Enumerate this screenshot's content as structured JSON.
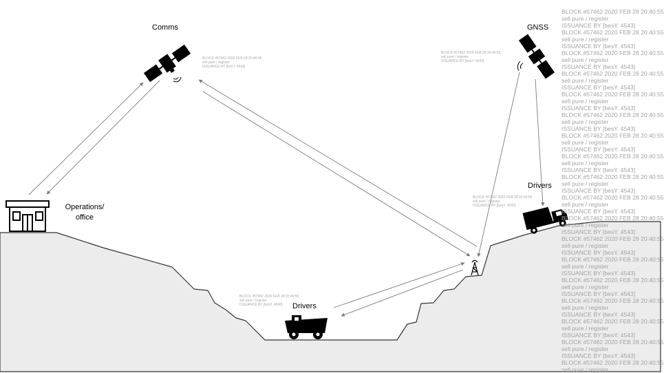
{
  "labels": {
    "comms": "Comms",
    "gnss": "GNSS",
    "operations": [
      "Operations/",
      "office"
    ],
    "drivers_top": "Drivers",
    "drivers_bottom": "Drivers"
  },
  "stamp": [
    "BLOCK #57462 2020 FEB 28 20:40:55",
    "sell pure / register",
    "ISSUANCE BY [besY. 4543]"
  ],
  "log_lines": [
    "BLOCK #57462 2020 FEB 28 20:40:55",
    "sell pure / register",
    "ISSUANCE BY [besY. 4543]",
    "BLOCK #57462 2020 FEB 28 20:40:55",
    "sell pure / register",
    "ISSUANCE BY [besY. 4543]",
    "BLOCK #57462 2020 FEB 28 20:40:55",
    "sell pure / register",
    "ISSUANCE BY [besY. 4543]",
    "BLOCK #57462 2020 FEB 28 20:40:55",
    "sell pure / register",
    "ISSUANCE BY [besY. 4543]",
    "BLOCK #57462 2020 FEB 28 20:40:55",
    "sell pure / register",
    "ISSUANCE BY [besY. 4543]",
    "BLOCK #57462 2020 FEB 28 20:40:55",
    "sell pure / register",
    "ISSUANCE BY [besY. 4543]",
    "BLOCK #57462 2020 FEB 28 20:40:55",
    "sell pure / register",
    "ISSUANCE BY [besY. 4543]",
    "BLOCK #57462 2020 FEB 28 20:40:55",
    "sell pure / register",
    "ISSUANCE BY [besY. 4543]",
    "BLOCK #57462 2020 FEB 28 20:40:55",
    "sell pure / register",
    "ISSUANCE BY [besY. 4543]",
    "BLOCK #57462 2020 FEB 28 20:40:55",
    "sell pure / register",
    "ISSUANCE BY [besY. 4543]",
    "BLOCK #57462 2020 FEB 28 20:40:55",
    "sell pure / register",
    "ISSUANCE BY [besY. 4543]",
    "BLOCK #57462 2020 FEB 28 20:40:55",
    "sell pure / register",
    "ISSUANCE BY [besY. 4543]",
    "BLOCK #57462 2020 FEB 28 20:40:55",
    "sell pure / register",
    "ISSUANCE BY [besY. 4543]",
    "BLOCK #57462 2020 FEB 28 20:40:55",
    "sell pure / register",
    "ISSUANCE BY [besY. 4543]",
    "BLOCK #57462 2020 FEB 28 20:40:55",
    "sell pure / register",
    "ISSUANCE BY [besY. 4543]",
    "BLOCK #57462 2020 FEB 28 20:40:55",
    "sell pure / register",
    "ISSUANCE BY [besY. 4543]",
    "BLOCK #57462 2020 FEB 28 20:40:55",
    "sell pure / register",
    "ISSUANCE BY [besY. 4543]",
    "BLOCK #57462 2020 FEB 28 20:40:55",
    "sell pure / register"
  ],
  "colors": {
    "ground_fill": "#ececec",
    "outline": "#333333",
    "arrow": "#7a7a7a",
    "icon": "#000000",
    "stamp_text": "#a8a8a8"
  },
  "icons": [
    "comms-satellite-icon",
    "gnss-satellite-icon",
    "operations-office-icon",
    "haul-truck-icon",
    "dump-truck-icon",
    "radio-tower-icon"
  ]
}
